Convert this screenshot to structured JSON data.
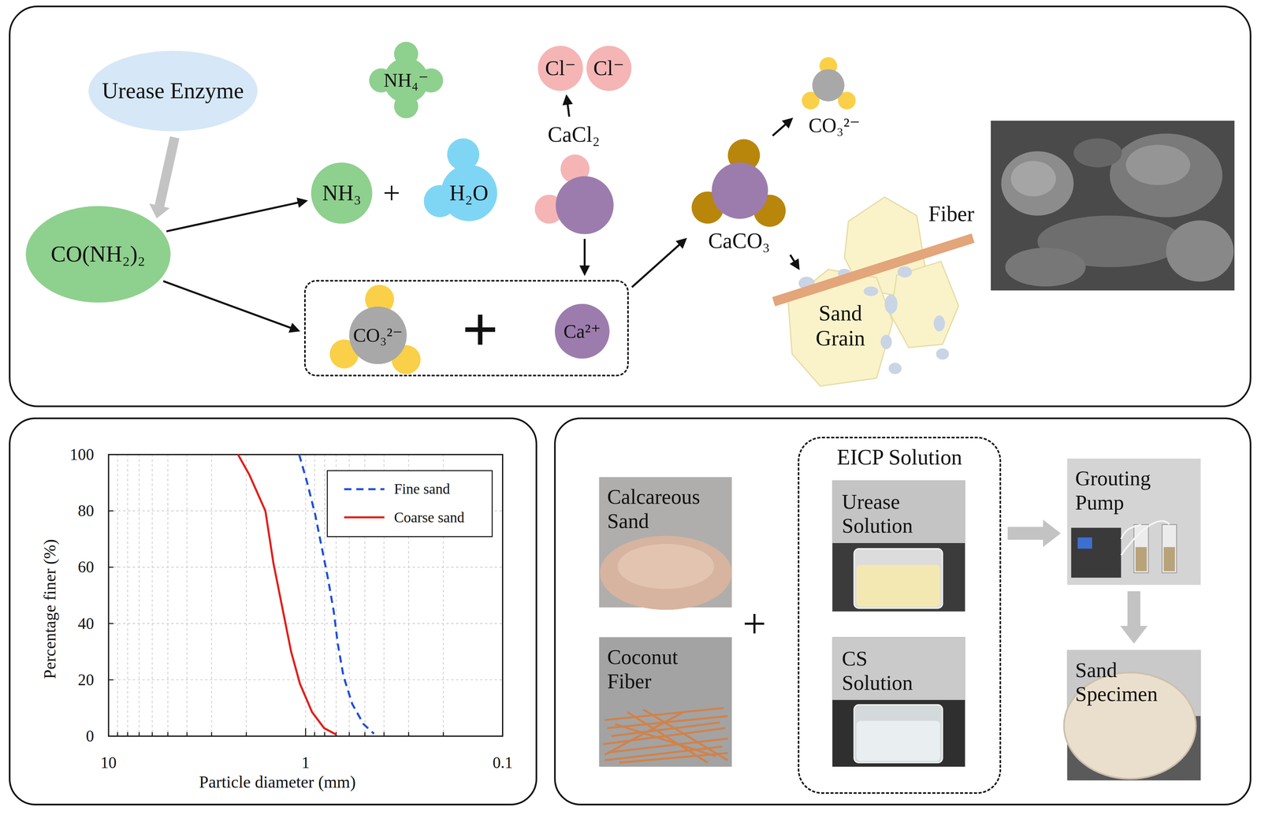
{
  "diagram": {
    "nodes": [
      {
        "text": [
          "Urease Enzyme"
        ]
      },
      {
        "text": [
          "CO(NH₂)₂"
        ]
      },
      {
        "text": [
          "NH₄⁻"
        ]
      },
      {
        "text": [
          "NH₃"
        ]
      },
      {
        "text": [
          "H₂O"
        ]
      },
      {
        "text": [
          "Cl⁻"
        ]
      },
      {
        "text": [
          "Cl⁻"
        ]
      },
      {
        "text": [
          "CaCl₂"
        ]
      },
      {
        "text": []
      },
      {
        "text": [
          "CO₃²⁻"
        ],
        "in": 8
      },
      {
        "text": [
          "Ca²⁺"
        ],
        "in": 8
      },
      {
        "text": [
          "CaCO₃"
        ]
      },
      {
        "text": [
          "CO₃²⁻"
        ]
      },
      {
        "text": [
          "Sand Grain"
        ]
      },
      {
        "text": [
          "Calcareous Sand"
        ]
      },
      {
        "text": [
          "Coconut Fiber"
        ]
      },
      {
        "text": [
          "EICP Solution"
        ]
      },
      {
        "text": [
          "Urease Solution"
        ],
        "in": 16
      },
      {
        "text": [
          "CS Solution"
        ],
        "in": 16
      },
      {
        "text": [
          "Grouting Pump"
        ]
      },
      {
        "text": [
          "Sand Specimen"
        ]
      }
    ],
    "edges": [
      {
        "from": 0,
        "to": 1,
        "arrow": "to"
      },
      {
        "from": 1,
        "to": 3,
        "arrow": "to"
      },
      {
        "from": 1,
        "to": 8,
        "arrow": "to"
      },
      {
        "from": 7,
        "to": 5,
        "arrow": "to"
      },
      {
        "from": 7,
        "to": 8,
        "arrow": "to"
      },
      {
        "from": 8,
        "to": 11,
        "arrow": "to"
      },
      {
        "from": 11,
        "to": 12,
        "arrow": "to"
      },
      {
        "from": 11,
        "to": 13,
        "arrow": "to"
      },
      {
        "from": 16,
        "to": 19,
        "arrow": "to"
      },
      {
        "from": 19,
        "to": 20,
        "arrow": "to"
      }
    ],
    "labels": [
      "+",
      "+",
      "Fiber",
      "100",
      "80",
      "60",
      "40",
      "20",
      "0",
      "10",
      "1",
      "0.1",
      "Percentage finer (%)",
      "Particle diameter (mm)",
      "+"
    ],
    "legend": [
      {
        "text": "Fine sand"
      },
      {
        "text": "Coarse sand"
      }
    ]
  }
}
